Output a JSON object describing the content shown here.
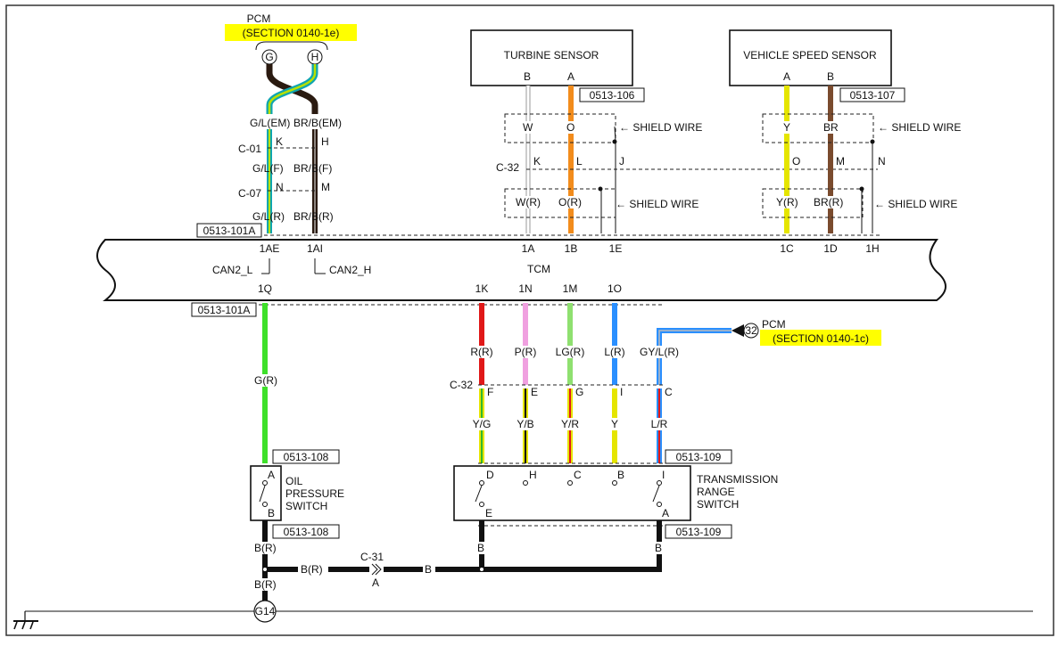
{
  "pcm_top": {
    "title": "PCM",
    "section": "(SECTION 0140-1e)",
    "pin_g": "G",
    "pin_h": "H"
  },
  "can_wires": {
    "em_left": "G/L(EM)",
    "em_right": "BR/B(EM)",
    "c01_label": "C-01",
    "c01_pin_left": "K",
    "c01_pin_right": "H",
    "f_left": "G/L(F)",
    "f_right": "BR/B(F)",
    "c07_label": "C-07",
    "c07_pin_left": "N",
    "c07_pin_right": "M",
    "r_left": "G/L(R)",
    "r_right": "BR/B(R)"
  },
  "turbine_sensor": {
    "title": "TURBINE SENSOR",
    "pin_b": "B",
    "pin_a": "A",
    "connector": "0513-106",
    "wire_w": "W",
    "wire_o": "O",
    "shield1": "SHIELD WIRE",
    "c32_label": "C-32",
    "pin_k": "K",
    "pin_l": "L",
    "pin_j": "J",
    "wire_wr": "W(R)",
    "wire_or": "O(R)",
    "shield2": "SHIELD WIRE"
  },
  "vss": {
    "title": "VEHICLE SPEED SENSOR",
    "pin_a": "A",
    "pin_b": "B",
    "connector": "0513-107",
    "wire_y": "Y",
    "wire_br": "BR",
    "shield1": "SHIELD WIRE",
    "pin_o": "O",
    "pin_m": "M",
    "pin_n": "N",
    "wire_yr": "Y(R)",
    "wire_brr": "BR(R)",
    "shield2": "SHIELD WIRE"
  },
  "tcm": {
    "title": "TCM",
    "connector_top": "0513-101A",
    "connector_bottom": "0513-101A",
    "pins_top": [
      "1AE",
      "1AI",
      "1A",
      "1B",
      "1E",
      "1C",
      "1D",
      "1H"
    ],
    "pins_bottom": [
      "1Q",
      "1K",
      "1N",
      "1M",
      "1O"
    ],
    "can_l": "CAN2_L",
    "can_h": "CAN2_H"
  },
  "pcm_right": {
    "title": "PCM",
    "section": "(SECTION 0140-1c)",
    "pin": "32"
  },
  "range_wires": {
    "upper": [
      "R(R)",
      "P(R)",
      "LG(R)",
      "L(R)",
      "GY/L(R)"
    ],
    "c32_label": "C-32",
    "c32_pins": [
      "F",
      "E",
      "G",
      "I",
      "C"
    ],
    "lower": [
      "Y/G",
      "Y/B",
      "Y/R",
      "Y",
      "L/R"
    ]
  },
  "oil_switch": {
    "wire_top": "G(R)",
    "connector_top": "0513-108",
    "pin_a": "A",
    "pin_b": "B",
    "line1": "OIL",
    "line2": "PRESSURE",
    "line3": "SWITCH",
    "connector_bottom": "0513-108",
    "wire_bottom": "B(R)"
  },
  "trs": {
    "connector_top": "0513-109",
    "pins": [
      "D",
      "H",
      "C",
      "B",
      "I"
    ],
    "pin_e": "E",
    "pin_a": "A",
    "line1": "TRANSMISSION",
    "line2": "RANGE",
    "line3": "SWITCH",
    "connector_bottom": "0513-109",
    "wire_b1": "B",
    "wire_b2": "B"
  },
  "ground": {
    "wire_br1": "B(R)",
    "wire_br2": "B(R)",
    "wire_b": "B",
    "c31_label": "C-31",
    "c31_pin": "A",
    "ground_id": "G14"
  }
}
